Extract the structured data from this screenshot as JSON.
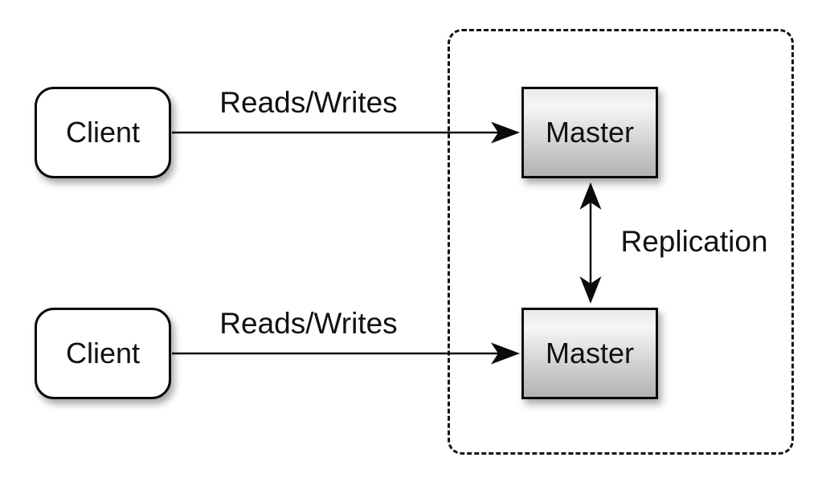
{
  "diagram": {
    "nodes": {
      "clients": [
        {
          "label": "Client"
        },
        {
          "label": "Client"
        }
      ],
      "masters": [
        {
          "label": "Master"
        },
        {
          "label": "Master"
        }
      ]
    },
    "edges": {
      "reads_writes_top": {
        "label": "Reads/Writes",
        "type": "arrow"
      },
      "reads_writes_bottom": {
        "label": "Reads/Writes",
        "type": "arrow"
      },
      "replication": {
        "label": "Replication",
        "type": "double-arrow"
      }
    },
    "colors": {
      "background": "#ffffff",
      "node_border": "#0a0a0a",
      "client_fill": "#ffffff",
      "master_gradient_top": "#e9e9e9",
      "master_gradient_bottom": "#b3b3b3",
      "arrow": "#0a0a0a",
      "text": "#111111",
      "boundary_dash": "#141414"
    }
  }
}
